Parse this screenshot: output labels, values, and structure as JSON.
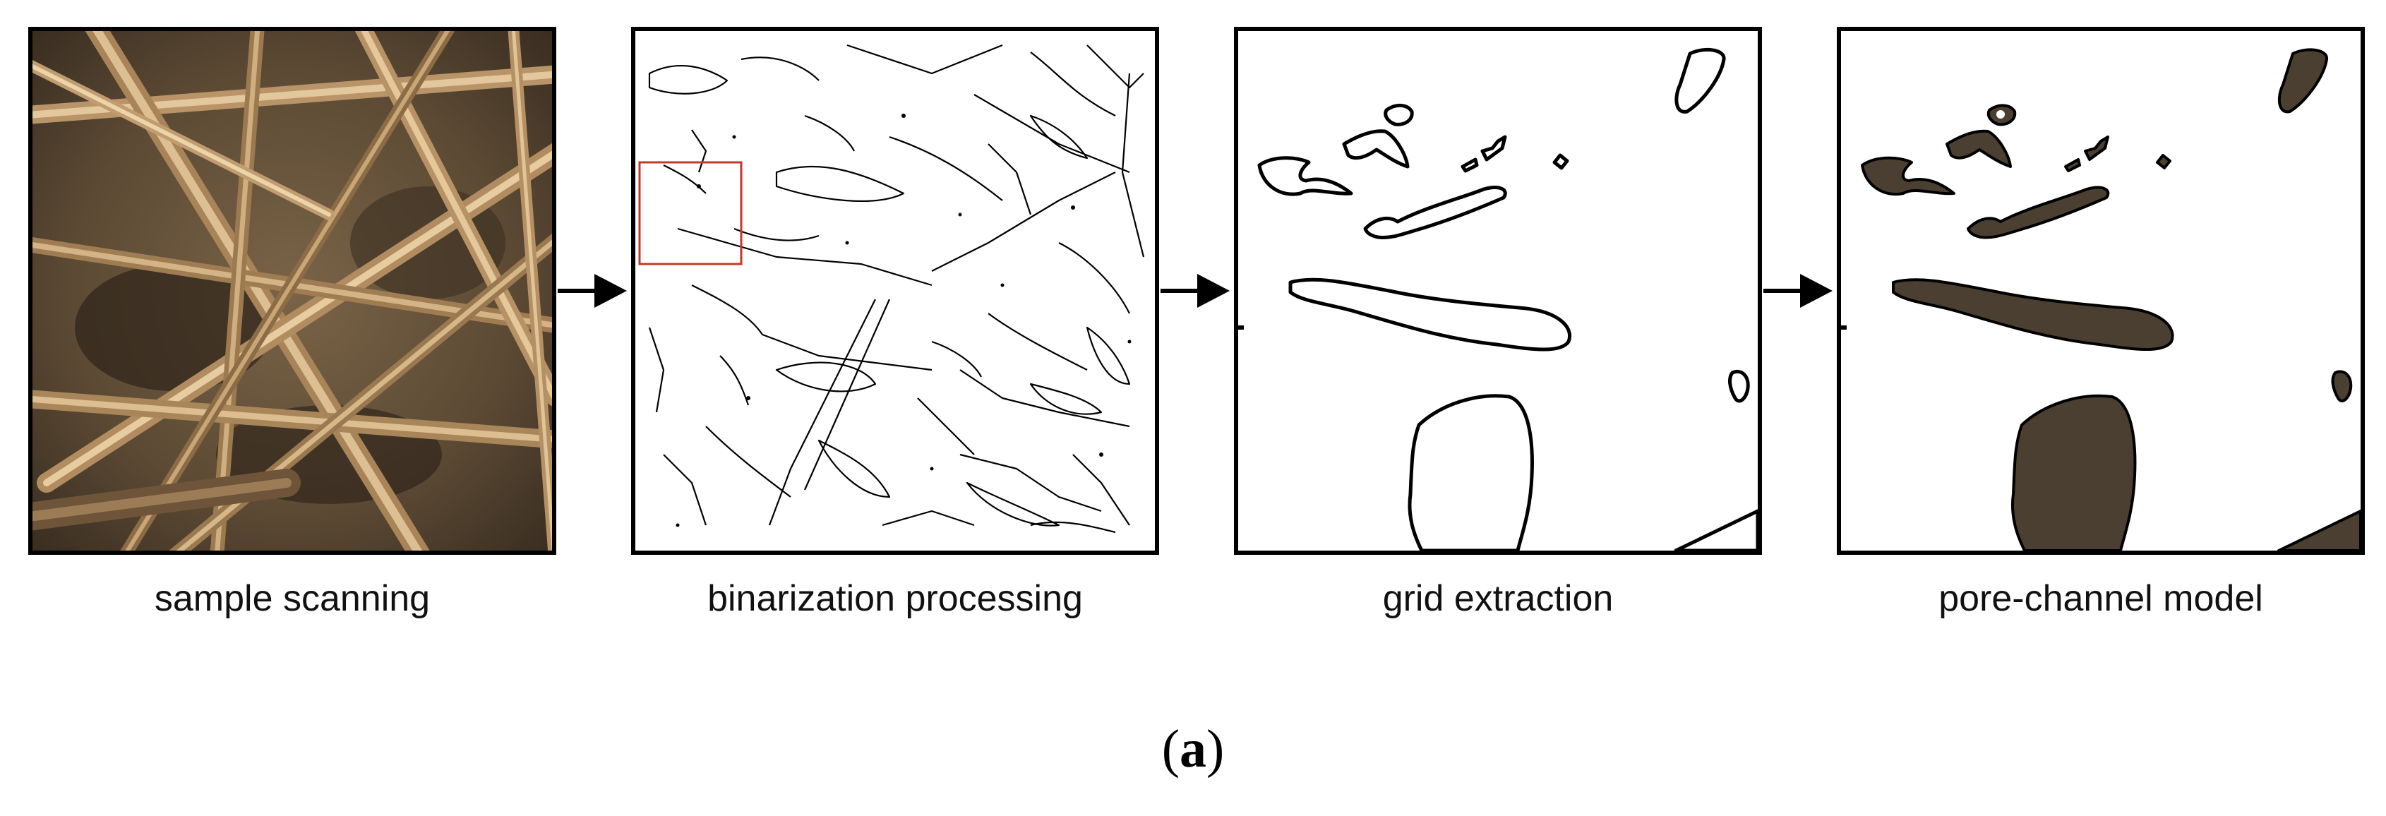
{
  "steps": [
    {
      "caption": "sample scanning"
    },
    {
      "caption": "binarization processing"
    },
    {
      "caption": "grid extraction"
    },
    {
      "caption": "pore-channel model"
    }
  ],
  "figure_label": {
    "open": "(",
    "letter": "a",
    "close": ")"
  },
  "colors": {
    "pore_fill": "#4a3f30",
    "highlight_box": "#c0392b",
    "straw_light": "#d9bd92",
    "straw_dark": "#5a4630"
  },
  "icons": [
    "arrow-right-icon"
  ]
}
